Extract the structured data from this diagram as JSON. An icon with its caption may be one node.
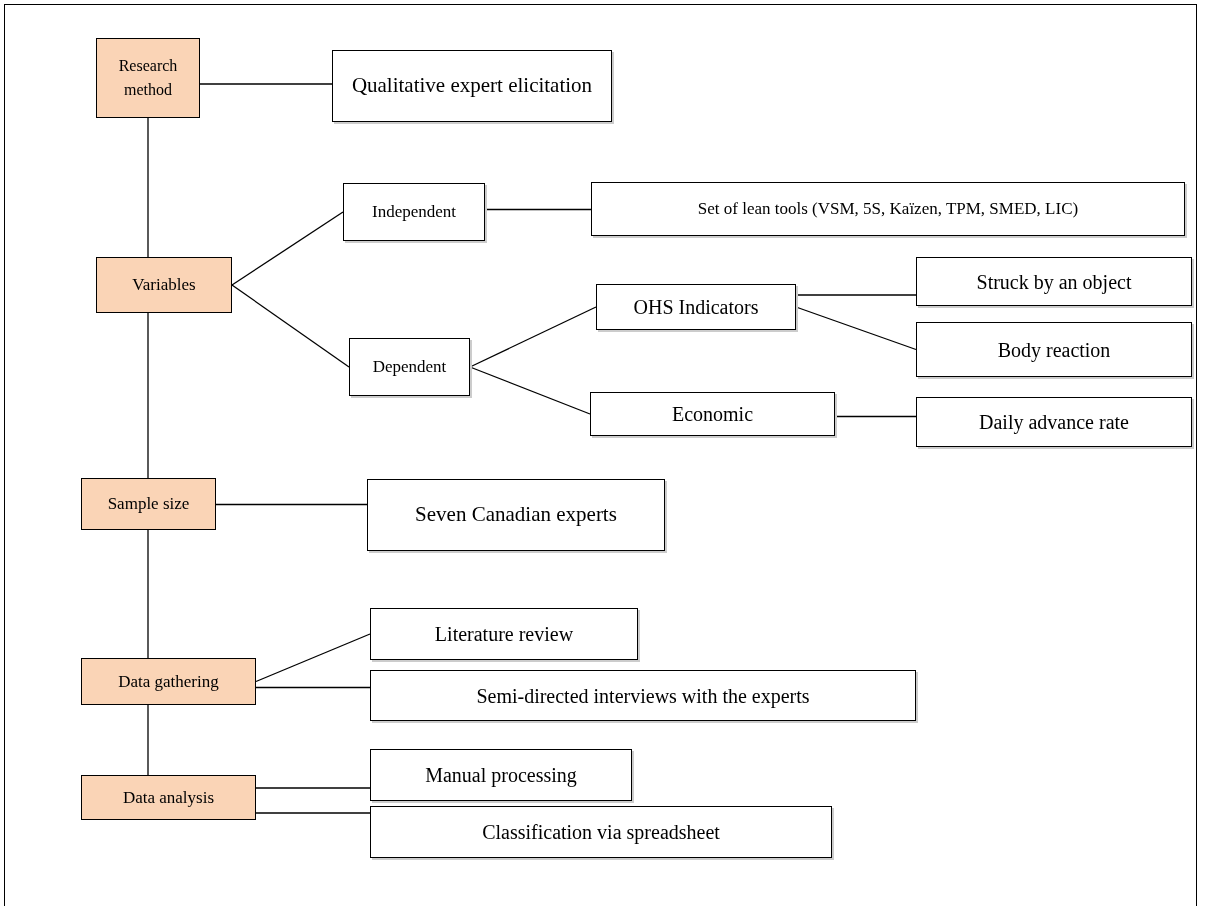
{
  "diagram": {
    "nodes": [
      {
        "text": [
          "Research method"
        ]
      },
      {
        "text": [
          "Qualitative expert elicitation"
        ]
      },
      {
        "text": [
          "Variables"
        ]
      },
      {
        "text": [
          "Independent"
        ]
      },
      {
        "text": [
          "Set of lean tools (VSM, 5S, Kaïzen, TPM, SMED, LIC)"
        ]
      },
      {
        "text": [
          "Dependent"
        ]
      },
      {
        "text": [
          "OHS Indicators"
        ]
      },
      {
        "text": [
          "Struck by an object"
        ]
      },
      {
        "text": [
          "Body reaction"
        ]
      },
      {
        "text": [
          "Economic"
        ]
      },
      {
        "text": [
          "Daily advance rate"
        ]
      },
      {
        "text": [
          "Sample size"
        ]
      },
      {
        "text": [
          "Seven Canadian experts"
        ]
      },
      {
        "text": [
          "Data gathering"
        ]
      },
      {
        "text": [
          "Literature review"
        ]
      },
      {
        "text": [
          "Semi-directed interviews with the experts"
        ]
      },
      {
        "text": [
          "Data analysis"
        ]
      },
      {
        "text": [
          "Manual processing"
        ]
      },
      {
        "text": [
          "Classification via spreadsheet"
        ]
      }
    ],
    "edges": [
      {
        "from": 0,
        "to": 1,
        "arrow": "none"
      },
      {
        "from": 0,
        "to": 2,
        "arrow": "none"
      },
      {
        "from": 2,
        "to": 3,
        "arrow": "none"
      },
      {
        "from": 3,
        "to": 4,
        "arrow": "none"
      },
      {
        "from": 2,
        "to": 5,
        "arrow": "none"
      },
      {
        "from": 5,
        "to": 6,
        "arrow": "none"
      },
      {
        "from": 6,
        "to": 7,
        "arrow": "none"
      },
      {
        "from": 6,
        "to": 8,
        "arrow": "none"
      },
      {
        "from": 5,
        "to": 9,
        "arrow": "none"
      },
      {
        "from": 9,
        "to": 10,
        "arrow": "none"
      },
      {
        "from": 2,
        "to": 11,
        "arrow": "none"
      },
      {
        "from": 11,
        "to": 12,
        "arrow": "none"
      },
      {
        "from": 11,
        "to": 13,
        "arrow": "none"
      },
      {
        "from": 13,
        "to": 14,
        "arrow": "none"
      },
      {
        "from": 13,
        "to": 15,
        "arrow": "none"
      },
      {
        "from": 13,
        "to": 16,
        "arrow": "none"
      },
      {
        "from": 16,
        "to": 17,
        "arrow": "none"
      },
      {
        "from": 16,
        "to": 18,
        "arrow": "none"
      }
    ]
  }
}
